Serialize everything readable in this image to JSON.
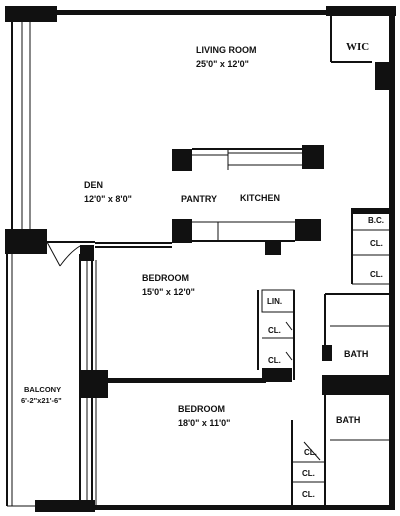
{
  "rooms": {
    "living_room": {
      "name": "LIVING ROOM",
      "dims": "25'0\" x 12'0\""
    },
    "den": {
      "name": "DEN",
      "dims": "12'0\" x 8'0\""
    },
    "bedroom1": {
      "name": "BEDROOM",
      "dims": "15'0\" x 12'0\""
    },
    "bedroom2": {
      "name": "BEDROOM",
      "dims": "18'0\" x 11'0\""
    },
    "balcony": {
      "name": "BALCONY",
      "dims": "6'-2\"x21'-6\""
    }
  },
  "spaces": {
    "wic": "WIC",
    "pantry": "PANTRY",
    "kitchen": "KITCHEN",
    "bc": "B.C.",
    "cl_a": "CL.",
    "cl_b": "CL.",
    "lin": "LIN.",
    "cl_c": "CL.",
    "cl_d": "CL.",
    "bath1": "BATH",
    "bath2": "BATH",
    "cl_e": "CL.",
    "cl_f": "CL.",
    "cl_g": "CL."
  }
}
